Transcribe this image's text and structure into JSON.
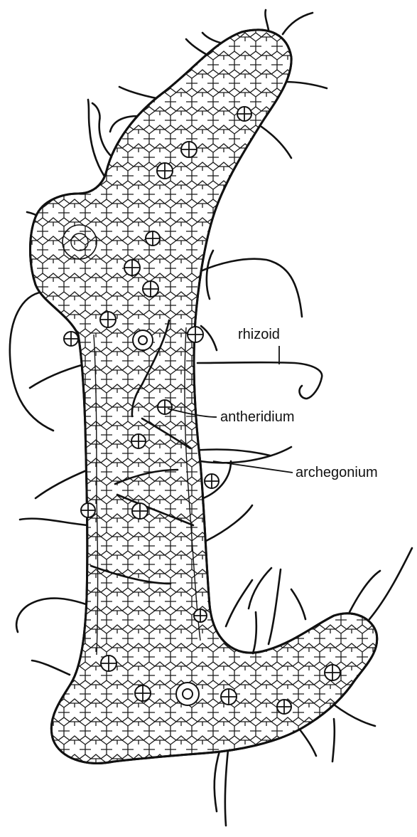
{
  "labels": {
    "rhizoid": "rhizoid",
    "antheridium": "antheridium",
    "archegonium": "archegonium"
  }
}
